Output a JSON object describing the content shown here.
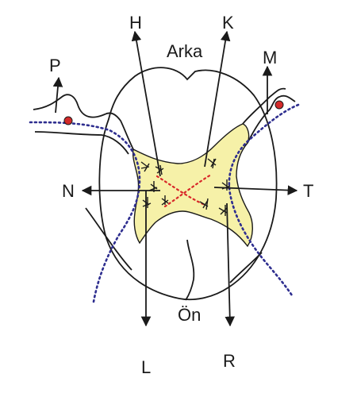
{
  "labels": {
    "back": "Arka",
    "front": "Ön",
    "H": "H",
    "K": "K",
    "P": "P",
    "M": "M",
    "N": "N",
    "T": "T",
    "L": "L",
    "R": "R"
  },
  "colors": {
    "gray_matter": "#f6f1a8",
    "nerve_dots": "#2e2e8f",
    "cross_dots": "#d8282a",
    "ganglion": "#d42a2a",
    "outline": "#1a1a1a"
  }
}
